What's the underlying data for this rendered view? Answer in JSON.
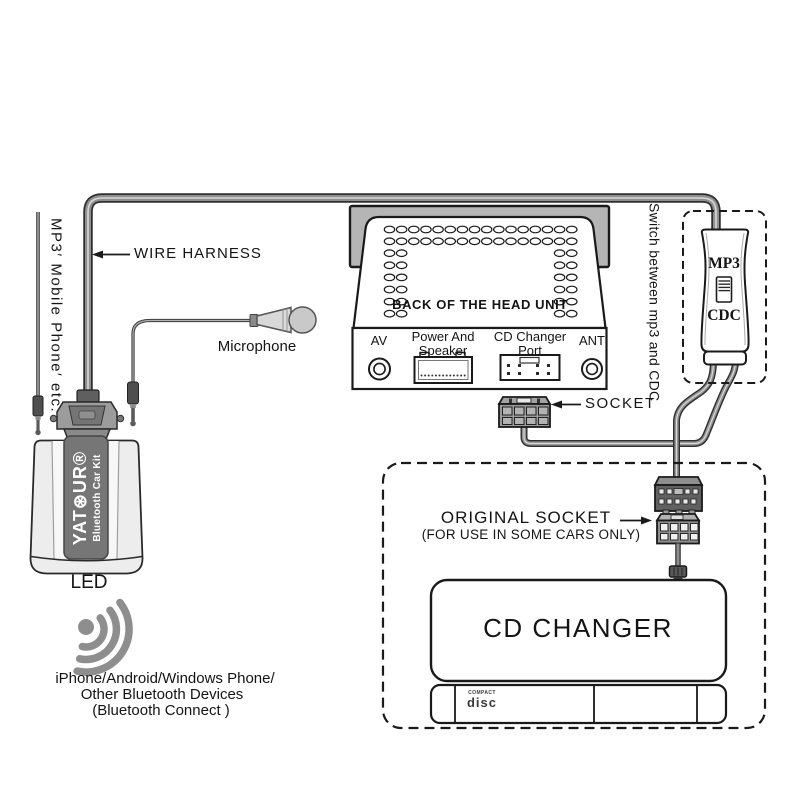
{
  "colors": {
    "background": "#ffffff",
    "diagram_line": "#1a1a1a",
    "cable_gray": "#8f8f8f",
    "cable_outline": "#2f2f2f",
    "sleeve_gray": "#b5b5b5",
    "connector_gray": "#9a9a9a",
    "plug_dark": "#606060",
    "brand_strip": "#767676",
    "signal_gray": "#8e8e8e"
  },
  "icons": {
    "microphone": "lavalier-microphone",
    "wireless_signal": "three-arc-signal-with-dot",
    "aux_jack": "3.5mm-plug",
    "slide_switch": "two-position-slider",
    "brand_wheel_glyph": "⊛"
  },
  "labels": {
    "mp3_source": "MP3′ Mobile Phone′ etc.",
    "wire_harness": "WIRE HARNESS",
    "microphone": "Microphone",
    "head_unit": {
      "title": "BACK OF THE HEAD UNIT",
      "av": "AV",
      "power_l1": "Power And",
      "power_l2": "Speaker",
      "cd_port_l1": "CD Changer",
      "cd_port_l2": "Port",
      "ant": "ANT"
    },
    "switch_note": "Switch between mp3 and CDC",
    "switch_mp3": "MP3",
    "switch_cdc": "CDC",
    "socket": "SOCKET",
    "device": {
      "brand": "YAT⊛UR®",
      "brand_sub": "Bluetooth Car Kit",
      "led": "LED"
    },
    "bluetooth_l1": "iPhone/Android/Windows Phone/",
    "bluetooth_l2": "Other Bluetooth Devices",
    "bluetooth_l3": "(Bluetooth Connect )",
    "original_socket_l1": "ORIGINAL SOCKET",
    "original_socket_l2": "(FOR USE IN SOME CARS ONLY)",
    "cd_changer": "CD CHANGER",
    "disc_logo_top": "COMPACT",
    "disc_logo": "disc"
  }
}
